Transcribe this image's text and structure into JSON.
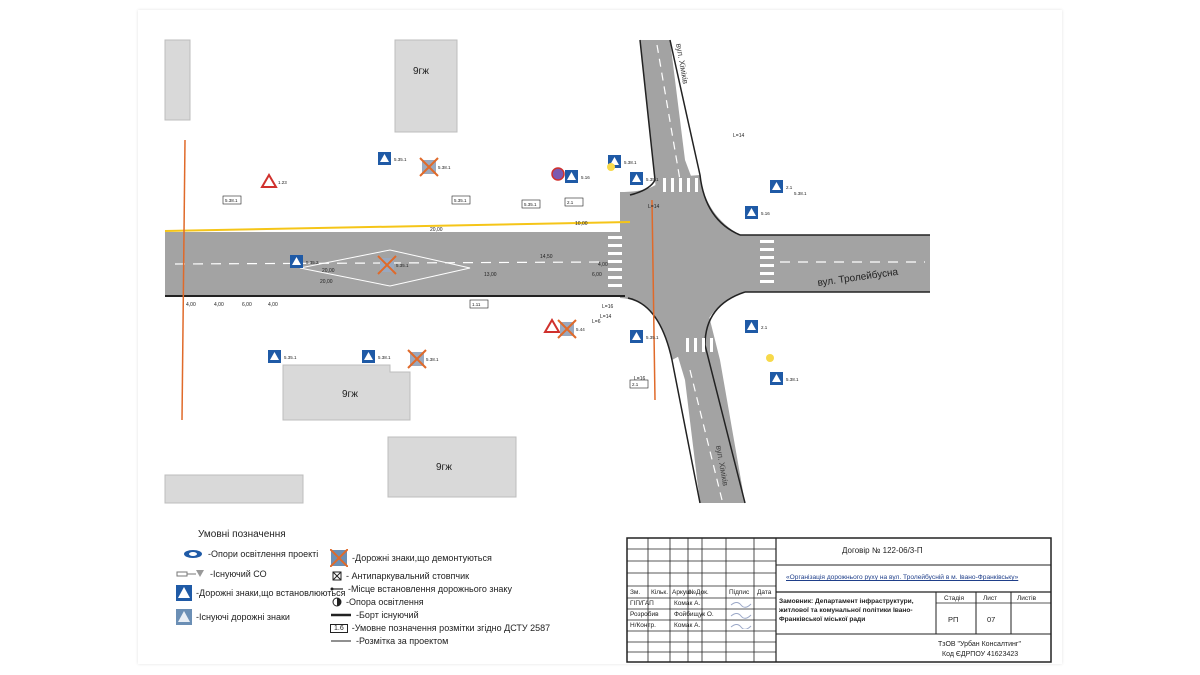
{
  "colors": {
    "road": "#a3a3a3",
    "building": "#d9d9d9",
    "curb": "#222222",
    "marking_existing": "#f5c518",
    "project_line": "#e06a2a",
    "sign_blue": "#1f5aa6",
    "sign_red": "#d0312d",
    "lamp": "#f7d94a"
  },
  "map": {
    "buildings": [
      "9гж",
      "9гж",
      "9гж"
    ],
    "street_labels": {
      "trolleybusna": "вул. Тролейбусна",
      "street_top": "вул. Хіміків",
      "street_bottom": "вул. Хіміків"
    },
    "dimensions": [
      "20,00",
      "10,00",
      "14,50",
      "13,00",
      "6,00",
      "4,00",
      "4,00",
      "6,00",
      "4,00",
      "20,00",
      "20,00",
      "4,00",
      "L=14",
      "L=14",
      "L=16",
      "L=14",
      "L=16",
      "L=6"
    ],
    "sign_labels": [
      "1.23",
      "5.38.1",
      "5.35.1",
      "5.38.1",
      "3.34",
      "5.16",
      "5.38.1",
      "5.35.1",
      "5.16",
      "2.1",
      "5.38.1",
      "5.35.1",
      "2.1",
      "5.38.1",
      "5.35.1",
      "5.38.1",
      "5.35.1",
      "5.38.1",
      "5.35.1",
      "5.44",
      "2.1",
      "5.35.1",
      "2.1",
      "5.35.1",
      "1.11",
      "5.35.2"
    ]
  },
  "legend": {
    "title": "Умовні позначення",
    "items": [
      {
        "label": "-Опори освітлення проекті",
        "icon": "lamp-projected-icon"
      },
      {
        "label": "-Існуючий СО",
        "icon": "traffic-light-icon"
      },
      {
        "label": "-Дорожні знаки,що встановлюються",
        "icon": "road-sign-new-icon"
      },
      {
        "label": "-Існуючі дорожні знаки",
        "icon": "road-sign-existing-icon"
      },
      {
        "label": "-Дорожні знаки,що демонтуються",
        "icon": "road-sign-removed-icon"
      },
      {
        "label": "- Антипаркувальний стовпчик",
        "icon": "bollard-icon"
      },
      {
        "label": "-Місце встановлення дорожнього знаку",
        "icon": "sign-place-icon"
      },
      {
        "label": "-Опора освітлення",
        "icon": "lamp-pole-icon"
      },
      {
        "label": "-Борт існуючий",
        "icon": "curb-line-icon"
      },
      {
        "label": "-Умовне позначення розмітки згідно ДСТУ 2587",
        "icon": "marking-code-icon",
        "code": "1.6"
      },
      {
        "label": "-Розмітка за проектом",
        "icon": "marking-line-icon"
      }
    ]
  },
  "title_block": {
    "contract": "Договір № 122-06/3-П",
    "project": "«Організація дорожнього руху на вул. Тролейбусній в м. Івано-Франківську»",
    "headers": [
      "Зм.",
      "Кільк.",
      "Аркуш",
      "№Док.",
      "Підпис",
      "Дата"
    ],
    "roles": [
      {
        "role": "ГІП/ГАП",
        "name": "Комак А."
      },
      {
        "role": "Розробив",
        "name": "Фойбищук О."
      },
      {
        "role": "Н/Контр.",
        "name": "Комак А."
      }
    ],
    "customer": "Замовник: Департамент інфраструктури, житлової та комунальної політики Івано-Франківської міської ради",
    "stage_label": "Стадія",
    "sheet_label": "Лист",
    "sheets_label": "Листів",
    "stage": "РП",
    "sheet": "07",
    "sheets": "",
    "company": "ТзОВ \"Урбан Консалтинг\"",
    "company_code": "Код ЄДРПОУ 41623423"
  }
}
